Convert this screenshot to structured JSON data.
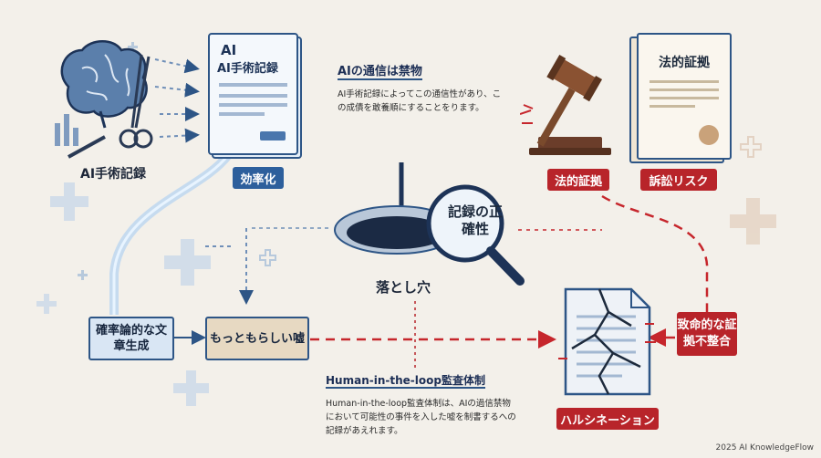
{
  "brain_label": "AI手術記録",
  "doc_top": {
    "small": "AI",
    "title": "AI手術記録"
  },
  "efficiency_tag": "効率化",
  "note1": {
    "title": "AIの通信は禁物",
    "body": "AI手術記録によってこの通信性があり、この成債を敢養順にすることをります。"
  },
  "gavel_doc_title": "法的証拠",
  "legal_evidence_tag": "法的証拠",
  "litigation_tag": "訴訟リスク",
  "magnifier_text": "記録の正確性",
  "pitfall_label": "落とし穴",
  "prob_box": "確率論的な文章生成",
  "plausible_box": "もっともらしい嘘",
  "note2": {
    "title": "Human-in-the-loop監査体制",
    "body": "Human-in-the-loop監査体制は、AIの過信禁物において可能性の事件を入した嘘を制書するへの記録があえれます。"
  },
  "fatal_tag": "致命的な証拠不整合",
  "hallucination_tag": "ハルシネーション",
  "footer": "2025 AI KnowledgeFlow",
  "colors": {
    "navy": "#2d5586",
    "red": "#b8242a",
    "bg": "#f3f0ea"
  }
}
